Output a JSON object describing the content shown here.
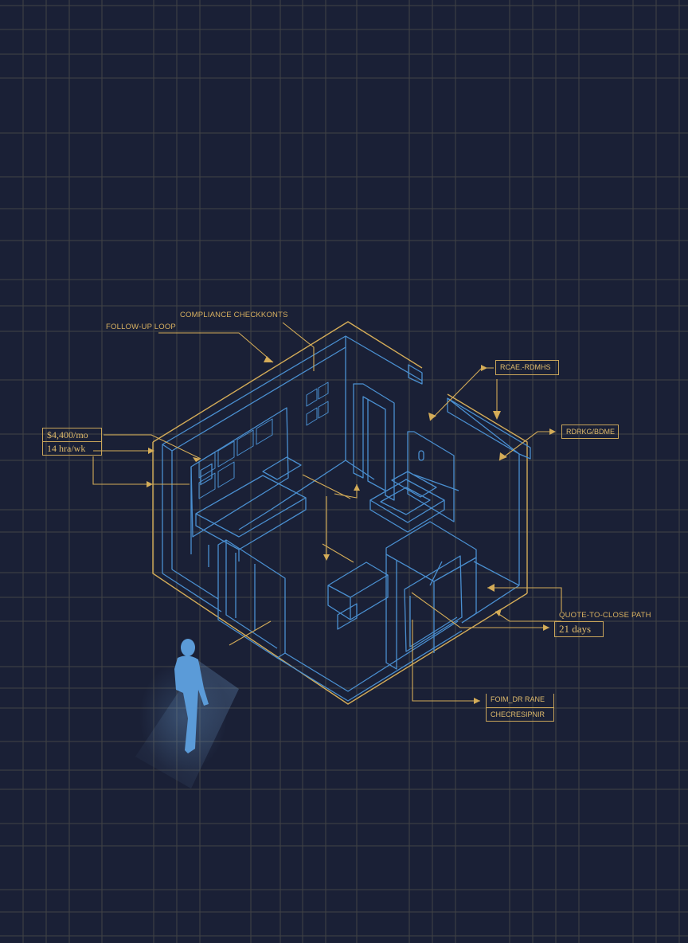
{
  "diagram": {
    "title": "Isometric blueprint of a room/office",
    "colors": {
      "background": "#1a2036",
      "grid": "#4a4a48",
      "annotation": "#d8b060",
      "structure": "#4a8fd0",
      "figure": "#5b9bd8"
    },
    "callouts": {
      "compliance": "COMPLIANCE CHECKKONTS",
      "follow_up": "FOLLOW-UP LOOP",
      "cost": "$4,400/mo",
      "hours": "14 hra/wk",
      "roae": "RCAE.-RDMHS",
      "rdrk": "RDRKG/BDME",
      "quote_to_close": "QUOTE-TO-CLOSE PATH",
      "days": "21 days",
      "form_top": "FOIM_DR RANE",
      "form_bottom": "CHECRESIPNIR"
    },
    "figure": {
      "label": "person-silhouette"
    }
  }
}
